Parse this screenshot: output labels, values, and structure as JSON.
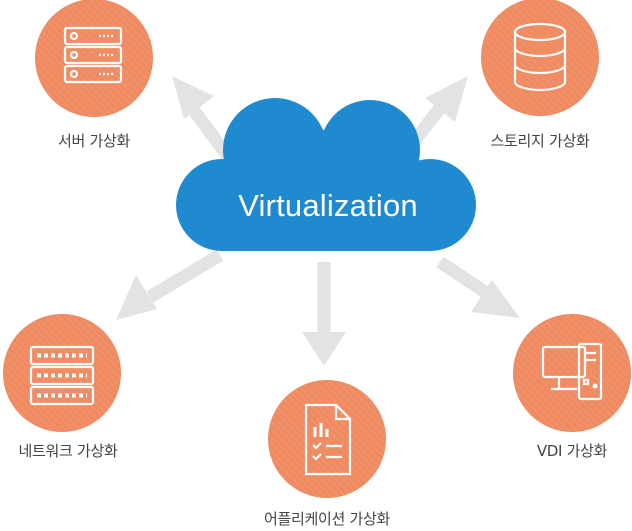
{
  "center": {
    "label": "Virtualization",
    "color": "#1f8ad0"
  },
  "accent_color": "#f08a61",
  "arrow_color": "#e3e3e3",
  "nodes": [
    {
      "id": "server",
      "label": "서버 가상화",
      "icon": "server-rack-icon"
    },
    {
      "id": "storage",
      "label": "스토리지 가상화",
      "icon": "database-icon"
    },
    {
      "id": "network",
      "label": "네트워크 가상화",
      "icon": "network-switch-icon"
    },
    {
      "id": "application",
      "label": "어플리케이션 가상화",
      "icon": "document-chart-icon"
    },
    {
      "id": "vdi",
      "label": "VDI 가상화",
      "icon": "desktop-computer-icon"
    }
  ]
}
